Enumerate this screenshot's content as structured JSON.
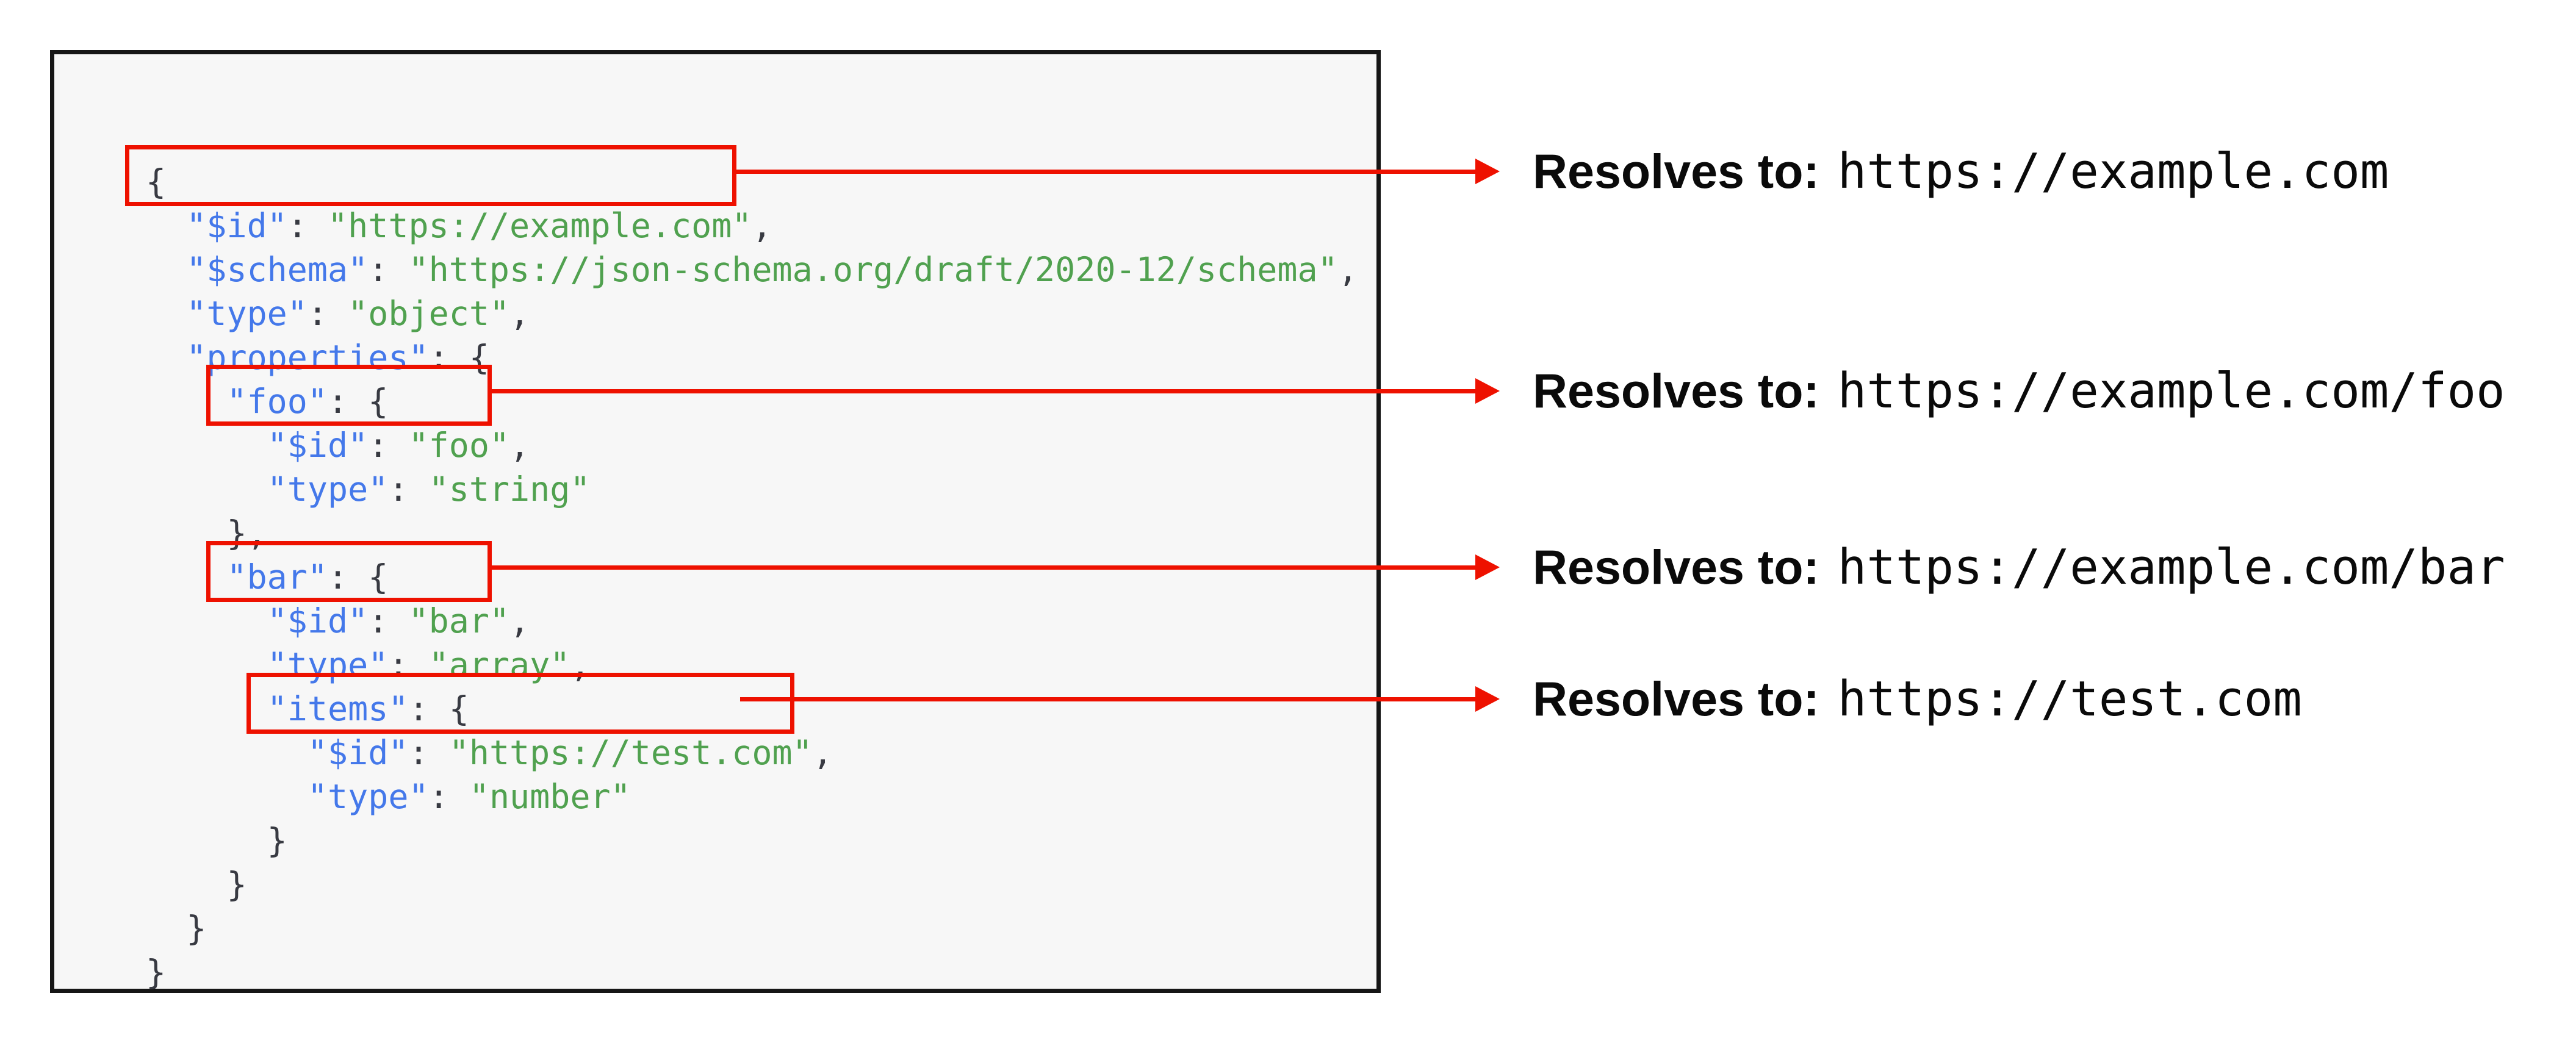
{
  "colors": {
    "key": "#4478ea",
    "string": "#50a14f",
    "punctuation": "#383a42",
    "accent_red": "#ee1100",
    "panel_background": "#f7f7f7",
    "panel_border": "#161616",
    "text_black": "#0a0a0a"
  },
  "code": {
    "lines": [
      [
        {
          "c": "p",
          "t": "{"
        }
      ],
      [
        {
          "c": "p",
          "t": "  "
        },
        {
          "c": "k",
          "t": "\"$id\""
        },
        {
          "c": "p",
          "t": ": "
        },
        {
          "c": "s",
          "t": "\"https://example.com\""
        },
        {
          "c": "p",
          "t": ","
        }
      ],
      [
        {
          "c": "p",
          "t": "  "
        },
        {
          "c": "k",
          "t": "\"$schema\""
        },
        {
          "c": "p",
          "t": ": "
        },
        {
          "c": "s",
          "t": "\"https://json-schema.org/draft/2020-12/schema\""
        },
        {
          "c": "p",
          "t": ","
        }
      ],
      [
        {
          "c": "p",
          "t": "  "
        },
        {
          "c": "k",
          "t": "\"type\""
        },
        {
          "c": "p",
          "t": ": "
        },
        {
          "c": "s",
          "t": "\"object\""
        },
        {
          "c": "p",
          "t": ","
        }
      ],
      [
        {
          "c": "p",
          "t": "  "
        },
        {
          "c": "k",
          "t": "\"properties\""
        },
        {
          "c": "p",
          "t": ": {"
        }
      ],
      [
        {
          "c": "p",
          "t": "    "
        },
        {
          "c": "k",
          "t": "\"foo\""
        },
        {
          "c": "p",
          "t": ": {"
        }
      ],
      [
        {
          "c": "p",
          "t": "      "
        },
        {
          "c": "k",
          "t": "\"$id\""
        },
        {
          "c": "p",
          "t": ": "
        },
        {
          "c": "s",
          "t": "\"foo\""
        },
        {
          "c": "p",
          "t": ","
        }
      ],
      [
        {
          "c": "p",
          "t": "      "
        },
        {
          "c": "k",
          "t": "\"type\""
        },
        {
          "c": "p",
          "t": ": "
        },
        {
          "c": "s",
          "t": "\"string\""
        }
      ],
      [
        {
          "c": "p",
          "t": "    },"
        }
      ],
      [
        {
          "c": "p",
          "t": "    "
        },
        {
          "c": "k",
          "t": "\"bar\""
        },
        {
          "c": "p",
          "t": ": {"
        }
      ],
      [
        {
          "c": "p",
          "t": "      "
        },
        {
          "c": "k",
          "t": "\"$id\""
        },
        {
          "c": "p",
          "t": ": "
        },
        {
          "c": "s",
          "t": "\"bar\""
        },
        {
          "c": "p",
          "t": ","
        }
      ],
      [
        {
          "c": "p",
          "t": "      "
        },
        {
          "c": "k",
          "t": "\"type\""
        },
        {
          "c": "p",
          "t": ": "
        },
        {
          "c": "s",
          "t": "\"array\""
        },
        {
          "c": "p",
          "t": ","
        }
      ],
      [
        {
          "c": "p",
          "t": "      "
        },
        {
          "c": "k",
          "t": "\"items\""
        },
        {
          "c": "p",
          "t": ": {"
        }
      ],
      [
        {
          "c": "p",
          "t": "        "
        },
        {
          "c": "k",
          "t": "\"$id\""
        },
        {
          "c": "p",
          "t": ": "
        },
        {
          "c": "s",
          "t": "\"https://test.com\""
        },
        {
          "c": "p",
          "t": ","
        }
      ],
      [
        {
          "c": "p",
          "t": "        "
        },
        {
          "c": "k",
          "t": "\"type\""
        },
        {
          "c": "p",
          "t": ": "
        },
        {
          "c": "s",
          "t": "\"number\""
        }
      ],
      [
        {
          "c": "p",
          "t": "      }"
        }
      ],
      [
        {
          "c": "p",
          "t": "    }"
        }
      ],
      [
        {
          "c": "p",
          "t": "  }"
        }
      ],
      [
        {
          "c": "p",
          "t": "}"
        }
      ]
    ]
  },
  "annotations": [
    {
      "label": "Resolves to:",
      "url": "https://example.com"
    },
    {
      "label": "Resolves to:",
      "url": "https://example.com/foo"
    },
    {
      "label": "Resolves to:",
      "url": "https://example.com/bar"
    },
    {
      "label": "Resolves to:",
      "url": "https://test.com"
    }
  ]
}
